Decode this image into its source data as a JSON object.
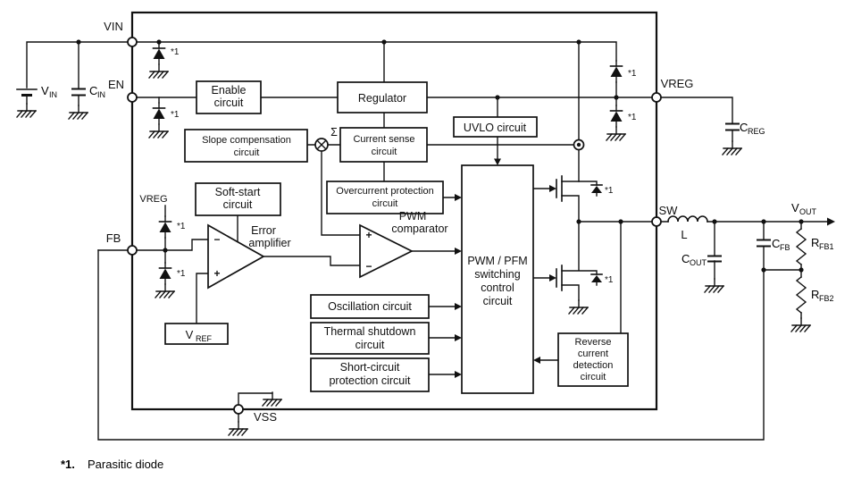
{
  "note": {
    "ref": "*1.",
    "text": "Parasitic diode"
  },
  "pins": {
    "vin": "VIN",
    "en": "EN",
    "fb": "FB",
    "vss": "VSS",
    "vreg": "VREG",
    "sw": "SW"
  },
  "rails": {
    "vreg_internal": "VREG"
  },
  "blocks": {
    "enable": {
      "line1": "Enable",
      "line2": "circuit"
    },
    "regulator": {
      "line1": "Regulator"
    },
    "uvlo": {
      "line1": "UVLO circuit"
    },
    "slope": {
      "line1": "Slope compensation",
      "line2": "circuit"
    },
    "current_sense": {
      "line1": "Current sense",
      "line2": "circuit"
    },
    "overcurrent": {
      "line1": "Overcurrent protection",
      "line2": "circuit"
    },
    "soft_start": {
      "line1": "Soft-start",
      "line2": "circuit"
    },
    "error_amp": {
      "line1": "Error",
      "line2": "amplifier"
    },
    "pwm_comparator": {
      "line1": "PWM",
      "line2": "comparator"
    },
    "pwm_pfm": {
      "line1": "PWM / PFM",
      "line2": "switching",
      "line3": "control",
      "line4": "circuit"
    },
    "oscillation": {
      "line1": "Oscillation circuit"
    },
    "thermal": {
      "line1": "Thermal shutdown",
      "line2": "circuit"
    },
    "short_circuit": {
      "line1": "Short-circuit",
      "line2": "protection circuit"
    },
    "reverse": {
      "line1": "Reverse",
      "line2": "current",
      "line3": "detection",
      "line4": "circuit"
    },
    "vref": {
      "main": "V",
      "sub": "REF"
    }
  },
  "components": {
    "vin_source": {
      "main": "V",
      "sub": "IN"
    },
    "cin": {
      "main": "C",
      "sub": "IN"
    },
    "creg": {
      "main": "C",
      "sub": "REG"
    },
    "inductor": {
      "label": "L"
    },
    "cout": {
      "main": "C",
      "sub": "OUT"
    },
    "cfb": {
      "main": "C",
      "sub": "FB"
    },
    "rfb1": {
      "main": "R",
      "sub": "FB1"
    },
    "rfb2": {
      "main": "R",
      "sub": "FB2"
    },
    "vout": {
      "main": "V",
      "sub": "OUT"
    }
  },
  "symbols": {
    "sigma": "Σ",
    "plus": "+",
    "minus": "−",
    "parasitic_ref": "*1"
  }
}
